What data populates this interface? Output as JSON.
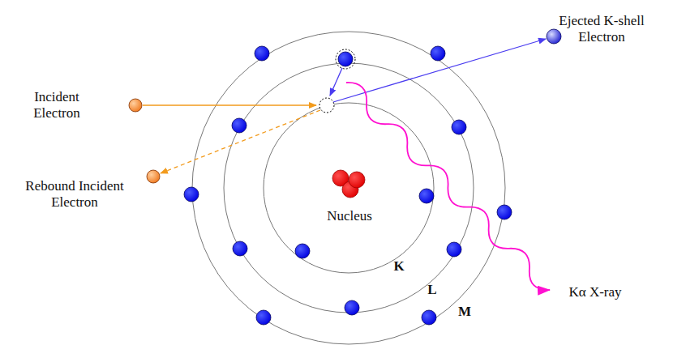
{
  "diagram": {
    "labels": [
      "Incident Electron",
      "Ejected K-shell Electron",
      "Rebound Incident Electron",
      "Nucleus",
      "K",
      "L",
      "M",
      "Kα X-ray"
    ]
  }
}
